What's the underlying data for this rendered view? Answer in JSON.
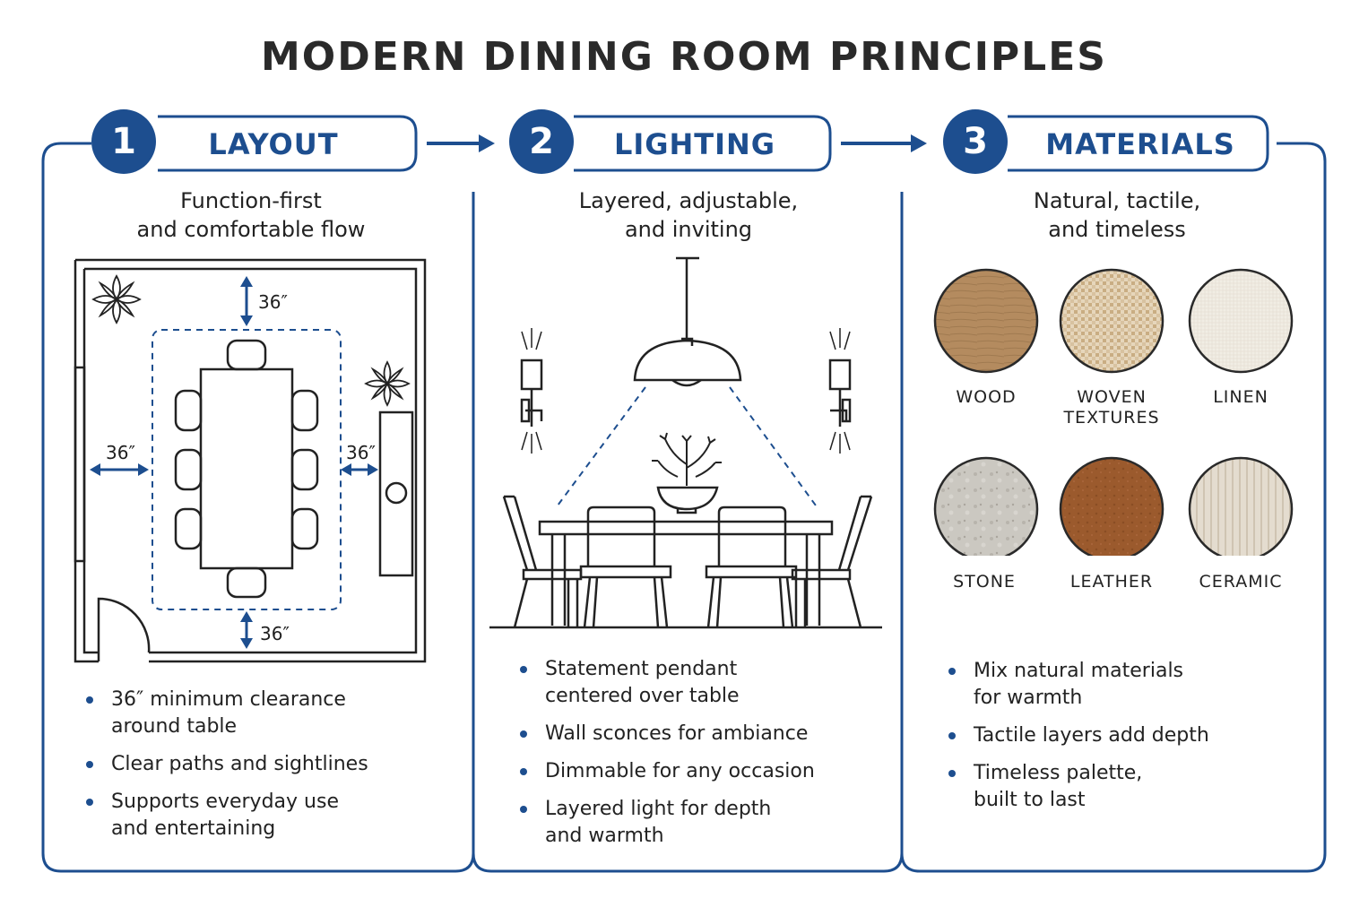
{
  "title": "MODERN DINING ROOM PRINCIPLES",
  "colors": {
    "accent": "#1d4e8f",
    "wood": "#b08a5e",
    "woven": "#e3d2b6",
    "linen": "#f0ece3",
    "stone": "#c9c6bf",
    "leather": "#9a5a2e",
    "ceramic": "#e2dace"
  },
  "sections": [
    {
      "number": "1",
      "label": "LAYOUT",
      "subtitle_line1": "Function-first",
      "subtitle_line2": "and comfortable flow",
      "dimension": "36″",
      "bullets": [
        {
          "line1": "36″ minimum clearance",
          "line2": "around table"
        },
        {
          "line1": "Clear paths and sightlines",
          "line2": ""
        },
        {
          "line1": "Supports everyday use",
          "line2": "and entertaining"
        }
      ]
    },
    {
      "number": "2",
      "label": "LIGHTING",
      "subtitle_line1": "Layered, adjustable,",
      "subtitle_line2": "and inviting",
      "bullets": [
        {
          "line1": "Statement pendant",
          "line2": "centered over table"
        },
        {
          "line1": "Wall sconces for ambiance",
          "line2": ""
        },
        {
          "line1": "Dimmable for any occasion",
          "line2": ""
        },
        {
          "line1": "Layered light for depth",
          "line2": "and warmth"
        }
      ]
    },
    {
      "number": "3",
      "label": "MATERIALS",
      "subtitle_line1": "Natural, tactile,",
      "subtitle_line2": "and timeless",
      "swatches": [
        {
          "line1": "WOOD",
          "line2": ""
        },
        {
          "line1": "WOVEN",
          "line2": "TEXTURES"
        },
        {
          "line1": "LINEN",
          "line2": ""
        },
        {
          "line1": "STONE",
          "line2": ""
        },
        {
          "line1": "LEATHER",
          "line2": ""
        },
        {
          "line1": "CERAMIC",
          "line2": ""
        }
      ],
      "bullets": [
        {
          "line1": "Mix natural materials",
          "line2": "for warmth"
        },
        {
          "line1": "Tactile layers add depth",
          "line2": ""
        },
        {
          "line1": "Timeless palette,",
          "line2": "built to last"
        }
      ]
    }
  ]
}
